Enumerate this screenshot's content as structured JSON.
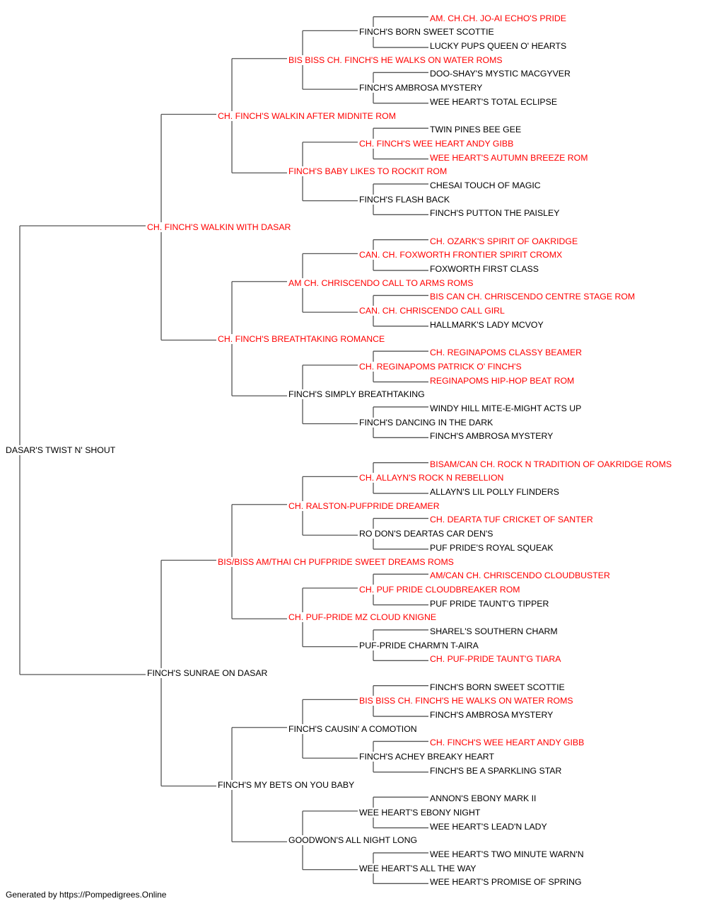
{
  "colors": {
    "champion": "#ff0000",
    "normal": "#000000",
    "line": "#555555"
  },
  "pedigree": {
    "name": "DASAR'S TWIST N' SHOUT",
    "champion": false,
    "sire": {
      "name": "CH. FINCH'S WALKIN WITH DASAR",
      "champion": true,
      "sire": {
        "name": "CH. FINCH'S WALKIN AFTER MIDNITE ROM",
        "champion": true,
        "sire": {
          "name": "BIS BISS CH. FINCH'S HE WALKS ON WATER ROMS",
          "champion": true,
          "sire": {
            "name": "FINCH'S BORN SWEET SCOTTIE",
            "champion": false,
            "sire": {
              "name": "AM. CH.CH. JO-AI ECHO'S PRIDE",
              "champion": true
            },
            "dam": {
              "name": "LUCKY PUPS QUEEN O' HEARTS",
              "champion": false
            }
          },
          "dam": {
            "name": "FINCH'S AMBROSA MYSTERY",
            "champion": false,
            "sire": {
              "name": "DOO-SHAY'S MYSTIC MACGYVER",
              "champion": false
            },
            "dam": {
              "name": "WEE HEART'S TOTAL ECLIPSE",
              "champion": false
            }
          }
        },
        "dam": {
          "name": "FINCH'S BABY LIKES TO ROCKIT ROM",
          "champion": true,
          "sire": {
            "name": "CH. FINCH'S WEE HEART ANDY GIBB",
            "champion": true,
            "sire": {
              "name": "TWIN PINES BEE GEE",
              "champion": false
            },
            "dam": {
              "name": "WEE HEART'S AUTUMN BREEZE ROM",
              "champion": true
            }
          },
          "dam": {
            "name": "FINCH'S FLASH BACK",
            "champion": false,
            "sire": {
              "name": "CHESAI TOUCH OF MAGIC",
              "champion": false
            },
            "dam": {
              "name": "FINCH'S PUTTON THE PAISLEY",
              "champion": false
            }
          }
        }
      },
      "dam": {
        "name": "CH. FINCH'S BREATHTAKING ROMANCE",
        "champion": true,
        "sire": {
          "name": "AM CH. CHRISCENDO CALL TO ARMS ROMS",
          "champion": true,
          "sire": {
            "name": "CAN. CH. FOXWORTH FRONTIER SPIRIT CROMX",
            "champion": true,
            "sire": {
              "name": "CH. OZARK'S SPIRIT OF OAKRIDGE",
              "champion": true
            },
            "dam": {
              "name": "FOXWORTH FIRST CLASS",
              "champion": false
            }
          },
          "dam": {
            "name": "CAN. CH. CHRISCENDO CALL GIRL",
            "champion": true,
            "sire": {
              "name": "BIS CAN CH. CHRISCENDO CENTRE STAGE ROM",
              "champion": true
            },
            "dam": {
              "name": "HALLMARK'S LADY MCVOY",
              "champion": false
            }
          }
        },
        "dam": {
          "name": "FINCH'S SIMPLY BREATHTAKING",
          "champion": false,
          "sire": {
            "name": "CH. REGINAPOMS PATRICK O' FINCH'S",
            "champion": true,
            "sire": {
              "name": "CH. REGINAPOMS CLASSY BEAMER",
              "champion": true
            },
            "dam": {
              "name": "REGINAPOMS HIP-HOP BEAT ROM",
              "champion": true
            }
          },
          "dam": {
            "name": "FINCH'S DANCING IN THE DARK",
            "champion": false,
            "sire": {
              "name": "WINDY HILL MITE-E-MIGHT ACTS UP",
              "champion": false
            },
            "dam": {
              "name": "FINCH'S AMBROSA MYSTERY",
              "champion": false
            }
          }
        }
      }
    },
    "dam": {
      "name": "FINCH'S SUNRAE ON DASAR",
      "champion": false,
      "sire": {
        "name": "BIS/BISS AM/THAI CH PUFPRIDE SWEET DREAMS ROMS",
        "champion": true,
        "sire": {
          "name": "CH. RALSTON-PUFPRIDE DREAMER",
          "champion": true,
          "sire": {
            "name": "CH. ALLAYN'S ROCK N REBELLION",
            "champion": true,
            "sire": {
              "name": "BISAM/CAN CH. ROCK N TRADITION OF OAKRIDGE ROMS",
              "champion": true
            },
            "dam": {
              "name": "ALLAYN'S LIL POLLY FLINDERS",
              "champion": false
            }
          },
          "dam": {
            "name": "RO DON'S DEARTAS CAR DEN'S",
            "champion": false,
            "sire": {
              "name": "CH. DEARTA TUF CRICKET OF SANTER",
              "champion": true
            },
            "dam": {
              "name": "PUF PRIDE'S ROYAL SQUEAK",
              "champion": false
            }
          }
        },
        "dam": {
          "name": "CH. PUF-PRIDE MZ CLOUD KNIGNE",
          "champion": true,
          "sire": {
            "name": "CH. PUF PRIDE CLOUDBREAKER ROM",
            "champion": true,
            "sire": {
              "name": "AM/CAN CH. CHRISCENDO CLOUDBUSTER",
              "champion": true
            },
            "dam": {
              "name": "PUF PRIDE TAUNT'G TIPPER",
              "champion": false
            }
          },
          "dam": {
            "name": "PUF-PRIDE CHARM'N T-AIRA",
            "champion": false,
            "sire": {
              "name": "SHAREL'S SOUTHERN CHARM",
              "champion": false
            },
            "dam": {
              "name": "CH. PUF-PRIDE TAUNT'G TIARA",
              "champion": true
            }
          }
        }
      },
      "dam": {
        "name": "FINCH'S MY BETS ON YOU BABY",
        "champion": false,
        "sire": {
          "name": "FINCH'S CAUSIN' A COMOTION",
          "champion": false,
          "sire": {
            "name": "BIS BISS CH. FINCH'S HE WALKS ON WATER ROMS",
            "champion": true,
            "sire": {
              "name": "FINCH'S BORN SWEET SCOTTIE",
              "champion": false
            },
            "dam": {
              "name": "FINCH'S AMBROSA MYSTERY",
              "champion": false
            }
          },
          "dam": {
            "name": "FINCH'S ACHEY BREAKY HEART",
            "champion": false,
            "sire": {
              "name": "CH. FINCH'S WEE HEART ANDY GIBB",
              "champion": true
            },
            "dam": {
              "name": "FINCH'S BE A SPARKLING STAR",
              "champion": false
            }
          }
        },
        "dam": {
          "name": "GOODWON'S ALL NIGHT LONG",
          "champion": false,
          "sire": {
            "name": "WEE HEART'S EBONY NIGHT",
            "champion": false,
            "sire": {
              "name": "ANNON'S EBONY MARK II",
              "champion": false
            },
            "dam": {
              "name": "WEE HEART'S LEAD'N LADY",
              "champion": false
            }
          },
          "dam": {
            "name": "WEE HEART'S ALL THE WAY",
            "champion": false,
            "sire": {
              "name": "WEE HEART'S TWO MINUTE WARN'N",
              "champion": false
            },
            "dam": {
              "name": "WEE HEART'S PROMISE OF SPRING",
              "champion": false
            }
          }
        }
      }
    }
  },
  "footer": {
    "text": "Generated by https://Pompedigrees.Online"
  }
}
